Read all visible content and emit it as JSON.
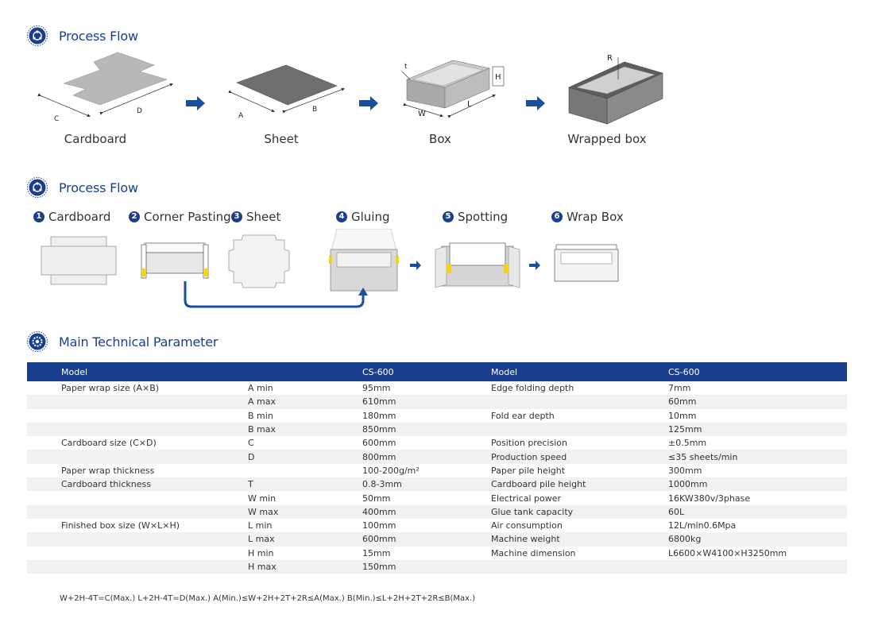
{
  "sections": {
    "flow1_title": "Process Flow",
    "flow2_title": "Process Flow",
    "params_title": "Main Technical Parameter"
  },
  "flow1": {
    "cardboard_caption": "Cardboard",
    "sheet_caption": "Sheet",
    "box_caption": "Box",
    "wrapped_caption": "Wrapped box",
    "dim_c": "C",
    "dim_d": "D",
    "dim_a": "A",
    "dim_b": "B",
    "dim_t": "t",
    "dim_h": "H",
    "dim_w": "W",
    "dim_l": "L",
    "dim_r": "R"
  },
  "flow2": {
    "steps": [
      {
        "num": "1",
        "label": "Cardboard"
      },
      {
        "num": "2",
        "label": "Corner Pasting"
      },
      {
        "num": "3",
        "label": "Sheet"
      },
      {
        "num": "4",
        "label": "Gluing"
      },
      {
        "num": "5",
        "label": "Spotting"
      },
      {
        "num": "6",
        "label": "Wrap Box"
      }
    ]
  },
  "table": {
    "header": [
      "Model",
      "",
      "CS-600",
      "Model",
      "CS-600"
    ],
    "rows": [
      [
        "Paper wrap size (A×B)",
        "A min",
        "95mm",
        "Edge folding depth",
        "7mm"
      ],
      [
        "",
        "A max",
        "610mm",
        "",
        "60mm"
      ],
      [
        "",
        "B min",
        "180mm",
        "Fold ear depth",
        "10mm"
      ],
      [
        "",
        "B max",
        "850mm",
        "",
        "125mm"
      ],
      [
        "Cardboard size (C×D)",
        "C",
        "600mm",
        "Position precision",
        "±0.5mm"
      ],
      [
        "",
        "D",
        "800mm",
        "Production speed",
        "≤35 sheets/min"
      ],
      [
        "Paper wrap thickness",
        "",
        "100-200g/m²",
        "Paper pile height",
        "300mm"
      ],
      [
        "Cardboard thickness",
        "T",
        "0.8-3mm",
        "Cardboard pile height",
        "1000mm"
      ],
      [
        "",
        "W min",
        "50mm",
        "Electrical power",
        "16KW380v/3phase"
      ],
      [
        "",
        "W max",
        "400mm",
        "Glue tank capacity",
        "60L"
      ],
      [
        "Finished box size (W×L×H)",
        "L min",
        "100mm",
        "Air consumption",
        "12L/min0.6Mpa"
      ],
      [
        "",
        "L max",
        "600mm",
        "Machine weight",
        "6800kg"
      ],
      [
        "",
        "H min",
        "15mm",
        "Machine dimension",
        "L6600×W4100×H3250mm"
      ],
      [
        "",
        "H max",
        "150mm",
        "",
        ""
      ]
    ]
  },
  "formula": "W+2H-4T=C(Max.)    L+2H-4T=D(Max.)    A(Min.)≤W+2H+2T+2R≤A(Max.)    B(Min.)≤L+2H+2T+2R≤B(Max.)",
  "colors": {
    "brand": "#1a3f8f",
    "arrow": "#1a4fa0",
    "glue": "#f2d21b"
  }
}
